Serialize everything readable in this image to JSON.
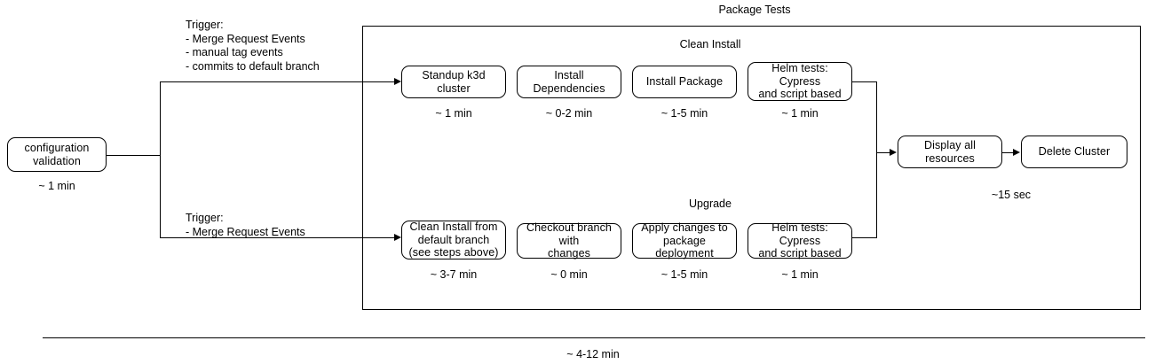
{
  "diagram": {
    "title": "Package Tests",
    "total_duration": "~ 4-12 min"
  },
  "start": {
    "node_label": "configuration\nvalidation",
    "duration": "~ 1 min"
  },
  "triggers": {
    "top": "Trigger:\n- Merge Request Events\n- manual tag events\n- commits to default branch",
    "bottom": "Trigger:\n- Merge Request Events"
  },
  "lanes": [
    {
      "name": "Clean Install",
      "steps": [
        {
          "label": "Standup k3d cluster",
          "duration": "~ 1 min"
        },
        {
          "label": "Install Dependencies",
          "duration": "~ 0-2 min"
        },
        {
          "label": "Install Package",
          "duration": "~ 1-5 min"
        },
        {
          "label": "Helm tests: Cypress\nand script based",
          "duration": "~ 1 min"
        }
      ]
    },
    {
      "name": "Upgrade",
      "steps": [
        {
          "label": "Clean Install from\ndefault branch\n(see steps above)",
          "duration": "~ 3-7 min"
        },
        {
          "label": "Checkout branch with\nchanges",
          "duration": "~ 0 min"
        },
        {
          "label": "Apply changes to\npackage deployment",
          "duration": "~ 1-5 min"
        },
        {
          "label": "Helm tests: Cypress\nand script based",
          "duration": "~ 1 min"
        }
      ]
    }
  ],
  "teardown": {
    "steps": [
      {
        "label": "Display all resources"
      },
      {
        "label": "Delete Cluster"
      }
    ],
    "duration": "~15 sec"
  },
  "colors": {
    "stroke": "#000000",
    "background": "#ffffff",
    "text": "#000000"
  }
}
